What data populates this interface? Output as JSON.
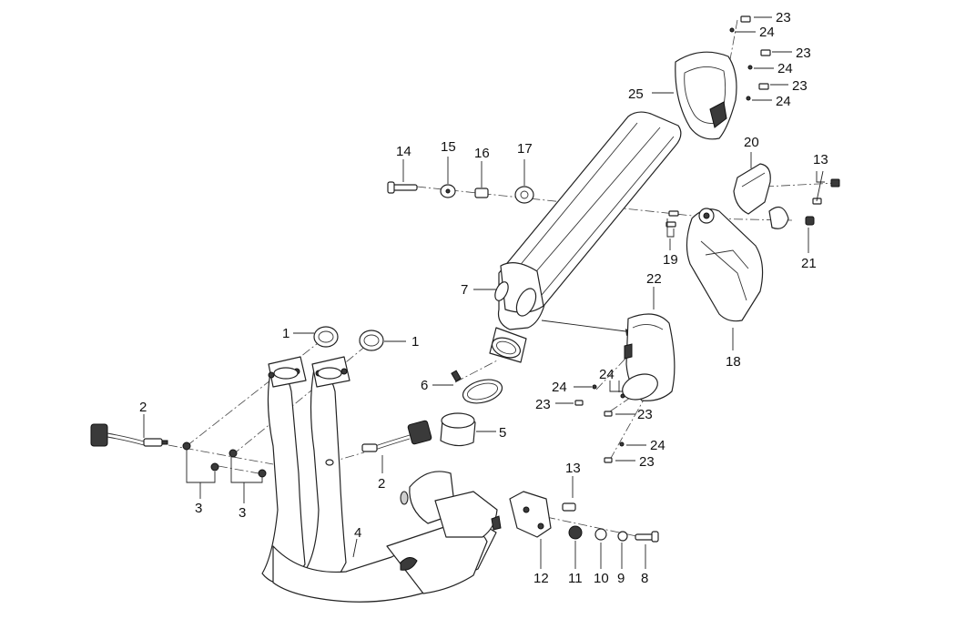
{
  "callouts": [
    {
      "id": "c1a",
      "text": "1"
    },
    {
      "id": "c1b",
      "text": "1"
    },
    {
      "id": "c2a",
      "text": "2"
    },
    {
      "id": "c2b",
      "text": "2"
    },
    {
      "id": "c3a",
      "text": "3"
    },
    {
      "id": "c3b",
      "text": "3"
    },
    {
      "id": "c4",
      "text": "4"
    },
    {
      "id": "c5",
      "text": "5"
    },
    {
      "id": "c6",
      "text": "6"
    },
    {
      "id": "c7",
      "text": "7"
    },
    {
      "id": "c8",
      "text": "8"
    },
    {
      "id": "c9",
      "text": "9"
    },
    {
      "id": "c10",
      "text": "10"
    },
    {
      "id": "c11",
      "text": "11"
    },
    {
      "id": "c12",
      "text": "12"
    },
    {
      "id": "c13a",
      "text": "13"
    },
    {
      "id": "c13b",
      "text": "13"
    },
    {
      "id": "c14",
      "text": "14"
    },
    {
      "id": "c15",
      "text": "15"
    },
    {
      "id": "c16",
      "text": "16"
    },
    {
      "id": "c17",
      "text": "17"
    },
    {
      "id": "c18",
      "text": "18"
    },
    {
      "id": "c19",
      "text": "19"
    },
    {
      "id": "c20",
      "text": "20"
    },
    {
      "id": "c21",
      "text": "21"
    },
    {
      "id": "c22",
      "text": "22"
    },
    {
      "id": "c23a",
      "text": "23"
    },
    {
      "id": "c23b",
      "text": "23"
    },
    {
      "id": "c23c",
      "text": "23"
    },
    {
      "id": "c23d",
      "text": "23"
    },
    {
      "id": "c23e",
      "text": "23"
    },
    {
      "id": "c23f",
      "text": "23"
    },
    {
      "id": "c24a",
      "text": "24"
    },
    {
      "id": "c24b",
      "text": "24"
    },
    {
      "id": "c24c",
      "text": "24"
    },
    {
      "id": "c24d",
      "text": "24"
    },
    {
      "id": "c24e",
      "text": "24"
    },
    {
      "id": "c24f",
      "text": "24"
    },
    {
      "id": "c25",
      "text": "25"
    }
  ]
}
